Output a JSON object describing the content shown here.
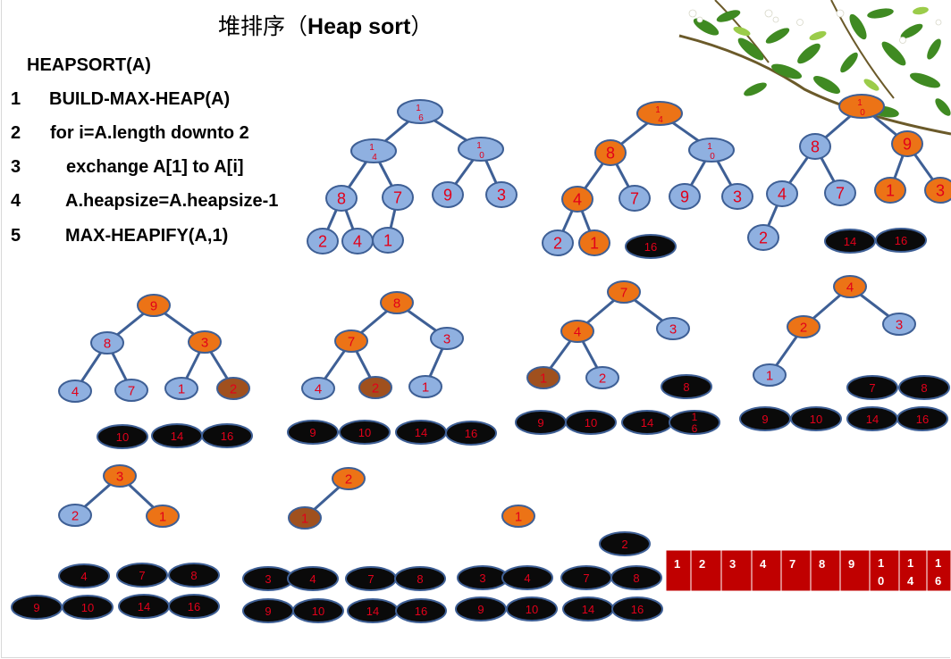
{
  "title": "堆排序（",
  "title_en": "Heap sort",
  "title_end": "）",
  "algorithm": {
    "header": "HEAPSORT(A)",
    "lines": [
      {
        "num": "1",
        "text": "BUILD-MAX-HEAP(A)"
      },
      {
        "num": "2",
        "text": "for i=A.length downto 2"
      },
      {
        "num": "3",
        "text": "exchange A[1] to A[i]"
      },
      {
        "num": "4",
        "text": "A.heapsize=A.heapsize-1"
      },
      {
        "num": "5",
        "text": "MAX-HEAPIFY(A,1)"
      }
    ]
  },
  "colors": {
    "blue": "#8fb0e0",
    "orange": "#ec7316",
    "brown": "#a0501e",
    "black": "#0a0a0a",
    "edge": "#3e5f95",
    "num": "#e2001a",
    "array_bg": "#c00000"
  },
  "result_array": [
    "1",
    "2",
    "3",
    "4",
    "7",
    "8",
    "9",
    "10",
    "14",
    "16"
  ],
  "steps": [
    {
      "tree": [
        [
          "16",
          "blue"
        ],
        [
          "14",
          "blue"
        ],
        [
          "10",
          "blue"
        ],
        [
          "8",
          "blue"
        ],
        [
          "7",
          "blue"
        ],
        [
          "9",
          "blue"
        ],
        [
          "3",
          "blue"
        ],
        [
          "2",
          "blue"
        ],
        [
          "4",
          "blue"
        ],
        [
          "1",
          "blue"
        ]
      ],
      "sorted": []
    },
    {
      "tree": [
        [
          "14",
          "orange"
        ],
        [
          "8",
          "orange"
        ],
        [
          "10",
          "blue"
        ],
        [
          "4",
          "orange"
        ],
        [
          "7",
          "blue"
        ],
        [
          "9",
          "blue"
        ],
        [
          "3",
          "blue"
        ],
        [
          "2",
          "blue"
        ],
        [
          "1",
          "orange"
        ]
      ],
      "sorted": [
        "16"
      ]
    },
    {
      "tree": [
        [
          "10",
          "orange"
        ],
        [
          "8",
          "blue"
        ],
        [
          "9",
          "orange"
        ],
        [
          "4",
          "blue"
        ],
        [
          "7",
          "blue"
        ],
        [
          "1",
          "orange"
        ],
        [
          "3",
          "orange"
        ],
        [
          "2",
          "blue"
        ]
      ],
      "sorted": [
        "14",
        "16"
      ]
    },
    {
      "tree": [
        [
          "9",
          "orange"
        ],
        [
          "8",
          "blue"
        ],
        [
          "3",
          "orange"
        ],
        [
          "4",
          "blue"
        ],
        [
          "7",
          "blue"
        ],
        [
          "1",
          "blue"
        ],
        [
          "2",
          "brown"
        ]
      ],
      "sorted": [
        "10",
        "14",
        "16"
      ]
    },
    {
      "tree": [
        [
          "8",
          "orange"
        ],
        [
          "7",
          "orange"
        ],
        [
          "3",
          "blue"
        ],
        [
          "4",
          "blue"
        ],
        [
          "2",
          "brown"
        ],
        [
          "1",
          "blue"
        ]
      ],
      "sorted": [
        "9",
        "10",
        "14",
        "16"
      ]
    },
    {
      "tree": [
        [
          "7",
          "orange"
        ],
        [
          "4",
          "orange"
        ],
        [
          "3",
          "blue"
        ],
        [
          "1",
          "brown"
        ],
        [
          "2",
          "blue"
        ]
      ],
      "sorted": [
        "8",
        "9",
        "10",
        "14",
        "16"
      ]
    },
    {
      "tree": [
        [
          "4",
          "orange"
        ],
        [
          "2",
          "orange"
        ],
        [
          "3",
          "blue"
        ],
        [
          "1",
          "blue"
        ]
      ],
      "sorted": [
        "7",
        "8",
        "9",
        "10",
        "14",
        "16"
      ]
    },
    {
      "tree": [
        [
          "3",
          "orange"
        ],
        [
          "2",
          "blue"
        ],
        [
          "1",
          "orange"
        ]
      ],
      "sorted": [
        "4",
        "7",
        "8",
        "9",
        "10",
        "14",
        "16"
      ]
    },
    {
      "tree": [
        [
          "2",
          "orange"
        ],
        [
          "1",
          "brown"
        ]
      ],
      "sorted": [
        "3",
        "4",
        "7",
        "8",
        "9",
        "10",
        "14",
        "16"
      ]
    },
    {
      "tree": [
        [
          "1",
          "orange"
        ]
      ],
      "sorted": [
        "2",
        "3",
        "4",
        "7",
        "8",
        "9",
        "10",
        "14",
        "16"
      ]
    }
  ]
}
